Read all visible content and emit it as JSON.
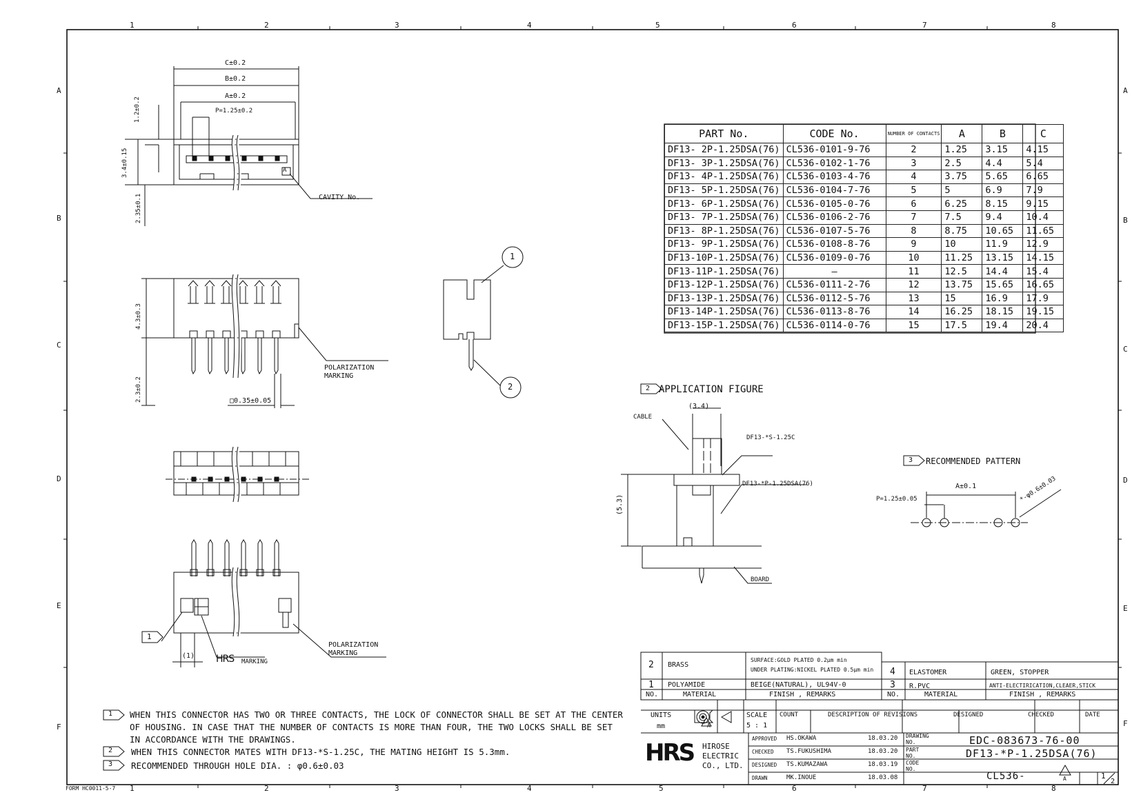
{
  "frame": {
    "cols": [
      "1",
      "2",
      "3",
      "4",
      "5",
      "6",
      "7",
      "8"
    ],
    "rows": [
      "A",
      "B",
      "C",
      "D",
      "E",
      "F"
    ],
    "form_no": "FORM HC0011-5-7"
  },
  "drawing_labels": {
    "c_dim": "C±0.2",
    "b_dim": "B±0.2",
    "a_dim": "A±0.2",
    "pitch_dim": "P=1.25±0.2",
    "dim_12": "1.2±0.2",
    "dim_34": "3.4±0.15",
    "dim_235": "2.35±0.1",
    "cavity": "CAVITY No.",
    "cavity_mark": "A",
    "dim_43": "4.3±0.3",
    "dim_23": "2.3±0.2",
    "pin_dim": "□0.35±0.05",
    "polarization_marking_1": "POLARIZATION\nMARKING",
    "polarization_marking_2": "POLARIZATION\nMARKING",
    "dim_1": "(1)",
    "hrs_marking": "MARKING",
    "hrs_logo_small": "HRS",
    "callout_1": "1",
    "callout_2": "2",
    "note_flag_1": "1"
  },
  "parts_table": {
    "headers": {
      "part": "PART No.",
      "code": "CODE No.",
      "contacts": "NUMBER OF CONTACTS",
      "a": "A",
      "b": "B",
      "c": "C"
    },
    "rows": [
      {
        "part": "DF13- 2P-1.25DSA(76)",
        "code": "CL536-0101-9-76",
        "n": "2",
        "a": "1.25",
        "b": "3.15",
        "c": "4.15"
      },
      {
        "part": "DF13- 3P-1.25DSA(76)",
        "code": "CL536-0102-1-76",
        "n": "3",
        "a": "2.5",
        "b": "4.4",
        "c": "5.4"
      },
      {
        "part": "DF13- 4P-1.25DSA(76)",
        "code": "CL536-0103-4-76",
        "n": "4",
        "a": "3.75",
        "b": "5.65",
        "c": "6.65"
      },
      {
        "part": "DF13- 5P-1.25DSA(76)",
        "code": "CL536-0104-7-76",
        "n": "5",
        "a": "5",
        "b": "6.9",
        "c": "7.9"
      },
      {
        "part": "DF13- 6P-1.25DSA(76)",
        "code": "CL536-0105-0-76",
        "n": "6",
        "a": "6.25",
        "b": "8.15",
        "c": "9.15"
      },
      {
        "part": "DF13- 7P-1.25DSA(76)",
        "code": "CL536-0106-2-76",
        "n": "7",
        "a": "7.5",
        "b": "9.4",
        "c": "10.4"
      },
      {
        "part": "DF13- 8P-1.25DSA(76)",
        "code": "CL536-0107-5-76",
        "n": "8",
        "a": "8.75",
        "b": "10.65",
        "c": "11.65"
      },
      {
        "part": "DF13- 9P-1.25DSA(76)",
        "code": "CL536-0108-8-76",
        "n": "9",
        "a": "10",
        "b": "11.9",
        "c": "12.9"
      },
      {
        "part": "DF13-10P-1.25DSA(76)",
        "code": "CL536-0109-0-76",
        "n": "10",
        "a": "11.25",
        "b": "13.15",
        "c": "14.15"
      },
      {
        "part": "DF13-11P-1.25DSA(76)",
        "code": "—",
        "n": "11",
        "a": "12.5",
        "b": "14.4",
        "c": "15.4"
      },
      {
        "part": "DF13-12P-1.25DSA(76)",
        "code": "CL536-0111-2-76",
        "n": "12",
        "a": "13.75",
        "b": "15.65",
        "c": "16.65"
      },
      {
        "part": "DF13-13P-1.25DSA(76)",
        "code": "CL536-0112-5-76",
        "n": "13",
        "a": "15",
        "b": "16.9",
        "c": "17.9"
      },
      {
        "part": "DF13-14P-1.25DSA(76)",
        "code": "CL536-0113-8-76",
        "n": "14",
        "a": "16.25",
        "b": "18.15",
        "c": "19.15"
      },
      {
        "part": "DF13-15P-1.25DSA(76)",
        "code": "CL536-0114-0-76",
        "n": "15",
        "a": "17.5",
        "b": "19.4",
        "c": "20.4"
      }
    ]
  },
  "application_figure": {
    "flag": "2",
    "title": "APPLICATION FIGURE",
    "dim_34": "(3.4)",
    "cable": "CABLE",
    "socket": "DF13-*S-1.25C",
    "header": "DF13-*P-1.25DSA(76)",
    "dim_53": "(5.3)",
    "board": "BOARD"
  },
  "recommended_pattern": {
    "flag": "3",
    "title": "RECOMMENDED PATTERN",
    "a_dim": "A±0.1",
    "pitch": "P=1.25±0.05",
    "hole": "*-φ0.6±0.03"
  },
  "notes": [
    {
      "flag": "1",
      "lines": [
        "WHEN THIS CONNECTOR HAS TWO OR THREE CONTACTS, THE LOCK OF CONNECTOR SHALL BE SET AT THE CENTER",
        "OF HOUSING. IN CASE THAT THE NUMBER OF CONTACTS IS MORE THAN FOUR, THE TWO LOCKS SHALL BE SET",
        "IN ACCORDANCE WITH THE DRAWINGS."
      ]
    },
    {
      "flag": "2",
      "lines": [
        "WHEN THIS CONNECTOR MATES WITH DF13-*S-1.25C, THE MATING HEIGHT IS 5.3mm."
      ]
    },
    {
      "flag": "3",
      "lines": [
        "RECOMMENDED THROUGH HOLE DIA. : φ0.6±0.03"
      ]
    }
  ],
  "materials": {
    "rows": [
      {
        "no": "2",
        "material": "BRASS",
        "finish": "SURFACE:GOLD PLATED 0.2μm min",
        "finish2": "UNDER PLATING:NICKEL PLATED 0.5μm min"
      },
      {
        "no": "1",
        "material": "POLYAMIDE",
        "finish": "BEIGE(NATURAL), UL94V-0",
        "finish2": ""
      },
      {
        "no": "4",
        "material": "ELASTOMER",
        "finish": "GREEN, STOPPER",
        "finish2": ""
      },
      {
        "no": "3",
        "material": "R.PVC",
        "finish": "ANTI-ELECTIRICATION,CLEAER,STICK",
        "finish2": ""
      }
    ],
    "header": {
      "no": "NO.",
      "material": "MATERIAL",
      "finish": "FINISH , REMARKS"
    }
  },
  "title_block": {
    "units_label": "UNITS",
    "units": "mm",
    "scale_label": "SCALE",
    "scale": "5 : 1",
    "count": "COUNT",
    "desc_rev": "DESCRIPTION OF REVISIONS",
    "designed_h": "DESIGNED",
    "checked_h": "CHECKED",
    "date_h": "DATE",
    "rev_flag": "A",
    "company": [
      "HIROSE",
      "ELECTRIC",
      "CO., LTD."
    ],
    "logo": "HRS",
    "approved_l": "APPROVED",
    "approved_n": "HS.OKAWA",
    "approved_d": "18.03.20",
    "checked_l": "CHECKED",
    "checked_n": "TS.FUKUSHIMA",
    "checked_d": "18.03.20",
    "designed_l": "DESIGNED",
    "designed_n": "TS.KUMAZAWA",
    "designed_d": "18.03.19",
    "drawn_l": "DRAWN",
    "drawn_n": "MK.INOUE",
    "drawn_d": "18.03.08",
    "drawing_no_l": "DRAWING\nNO.",
    "drawing_no": "EDC-083673-76-00",
    "part_no_l": "PART\nNO.",
    "part_no": "DF13-*P-1.25DSA(76)",
    "code_no_l": "CODE\nNO.",
    "code_no": "CL536-",
    "sheet_rev": "A",
    "sheet": "1",
    "sheets": "2"
  }
}
